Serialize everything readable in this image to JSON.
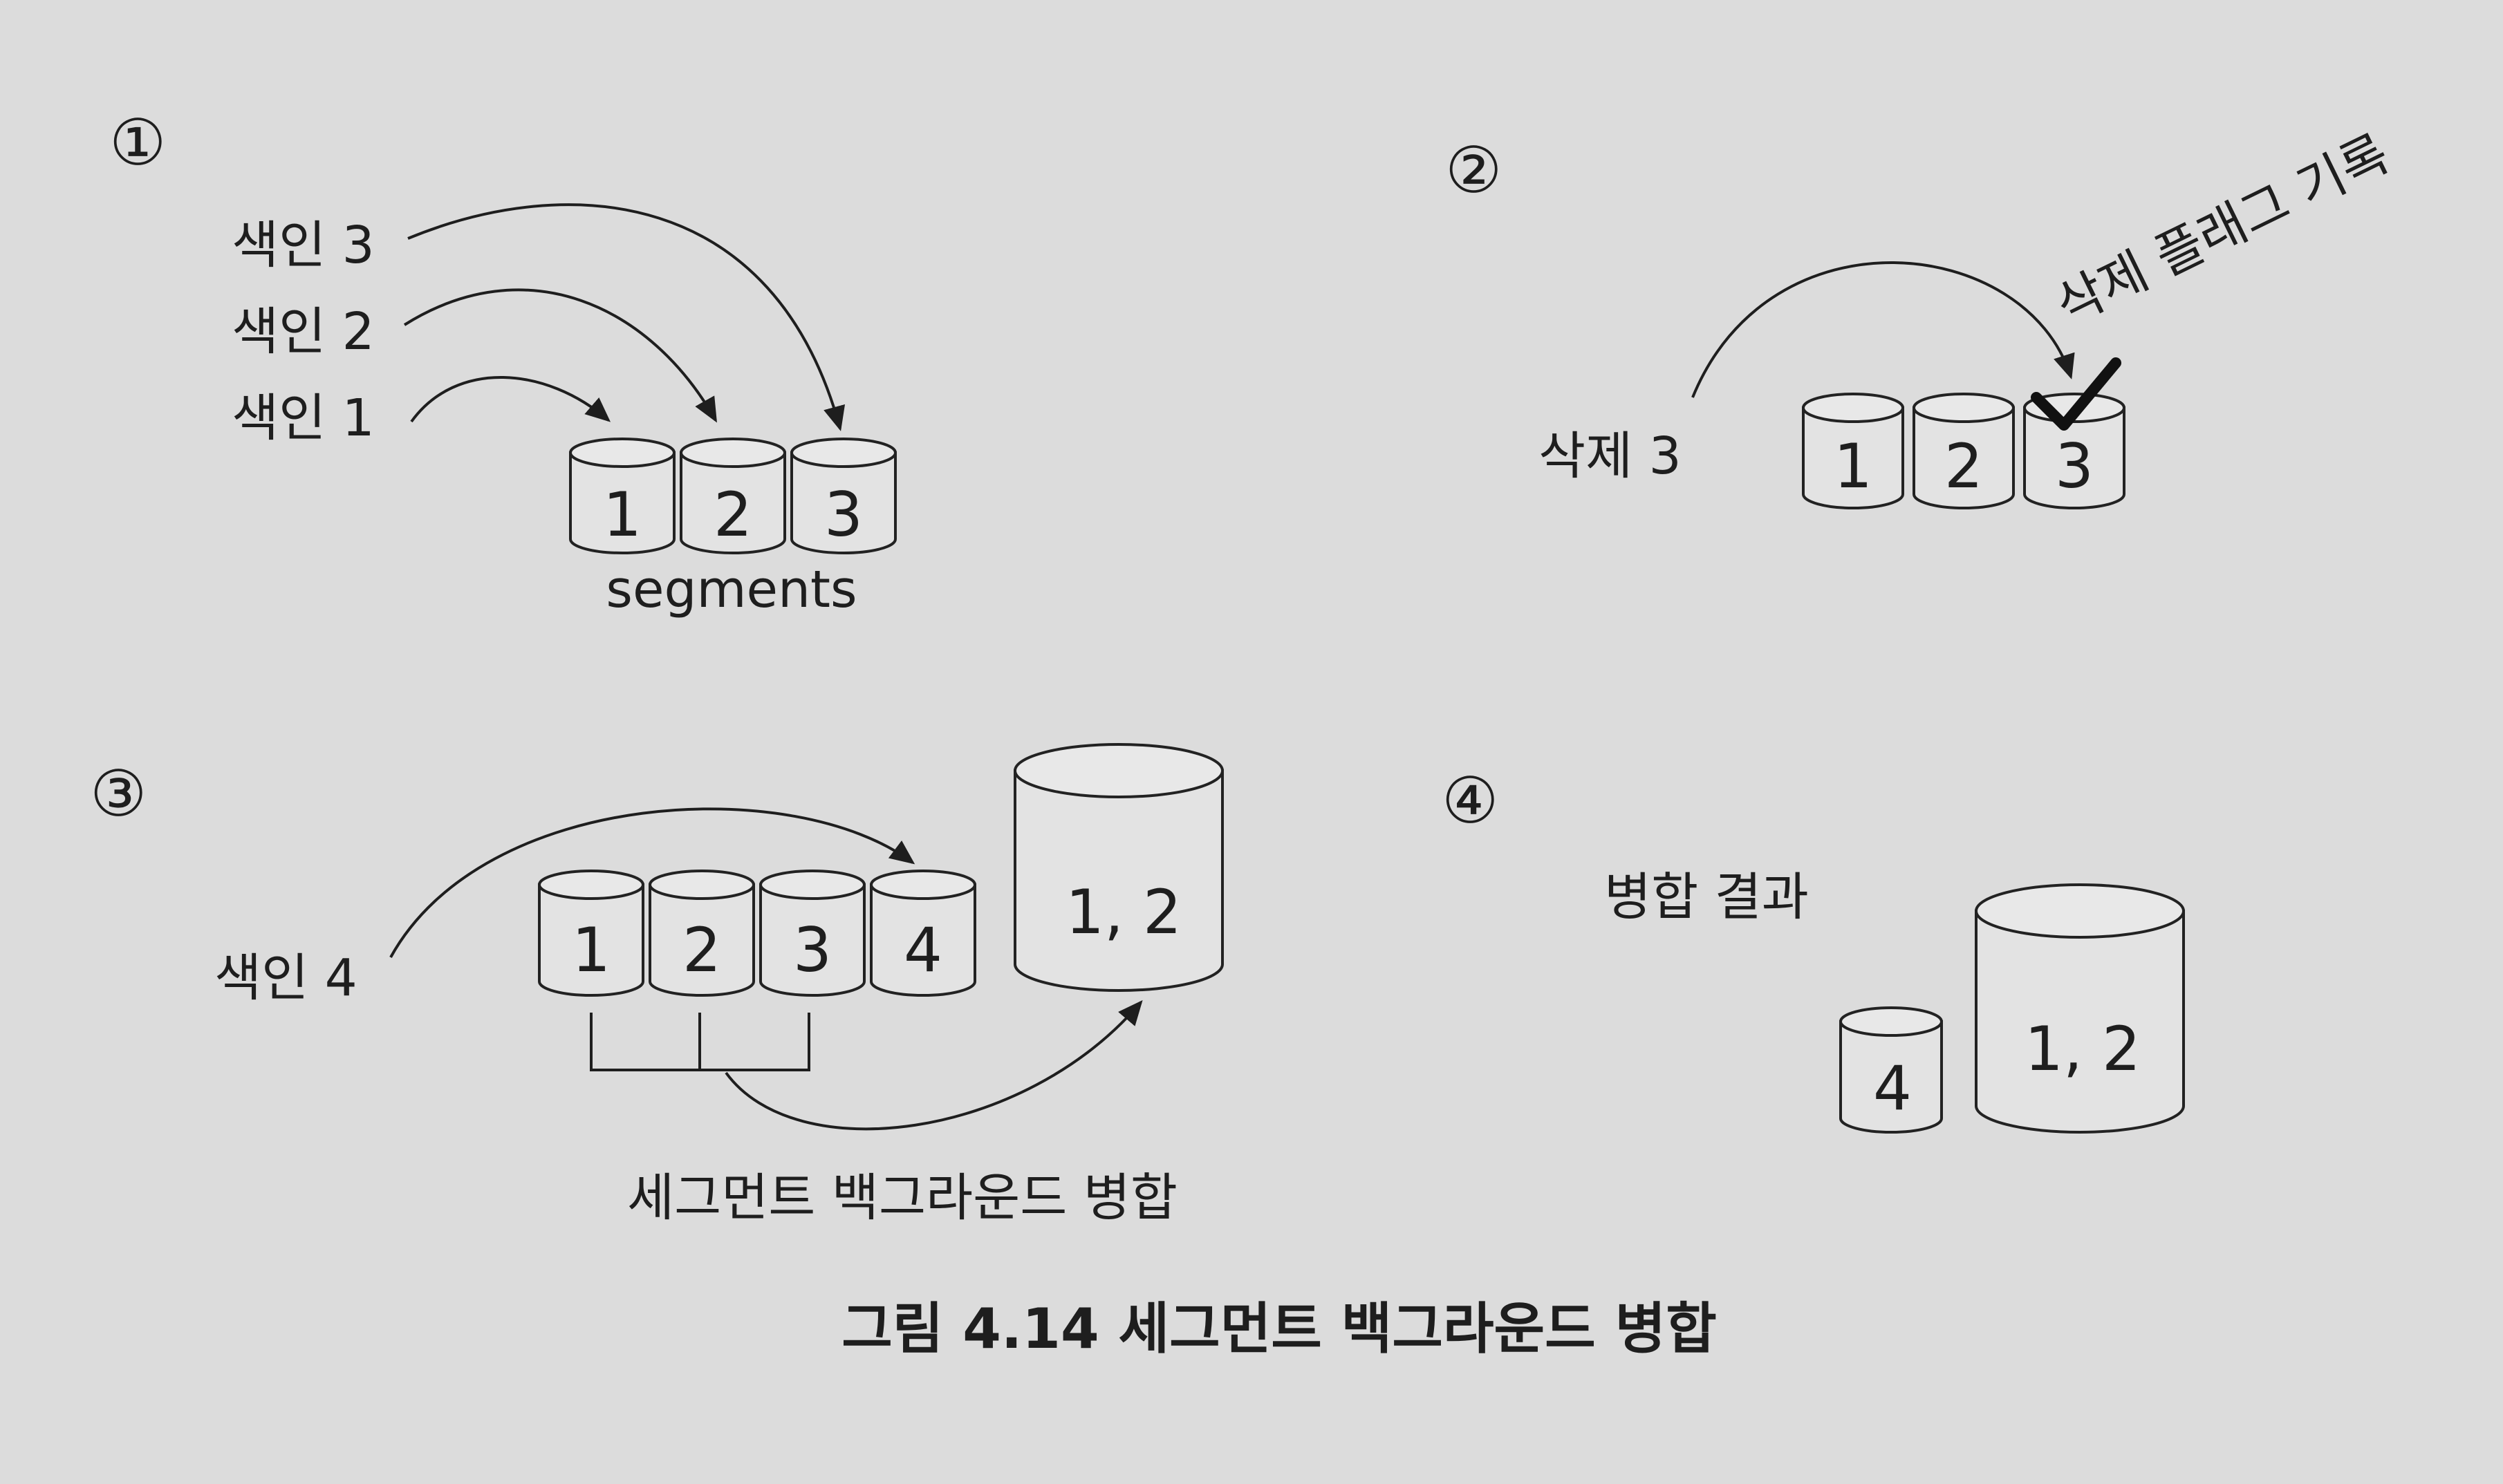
{
  "panels": [
    {
      "number": "①",
      "labels": [
        "색인 3",
        "색인 2",
        "색인 1"
      ],
      "segments": [
        "1",
        "2",
        "3"
      ],
      "segments_label": "segments"
    },
    {
      "number": "②",
      "label": "삭제 3",
      "segments": [
        "1",
        "2",
        "3"
      ],
      "flag_label": "삭제 플래그 기록"
    },
    {
      "number": "③",
      "label": "색인 4",
      "segments": [
        "1",
        "2",
        "3",
        "4"
      ],
      "merged_segment": "1, 2",
      "merge_label": "세그먼트 백그라운드 병합"
    },
    {
      "number": "④",
      "title": "병합 결과",
      "segments": [
        "4",
        "1, 2"
      ]
    }
  ],
  "caption": "그림 4.14 세그먼트 백그라운드 병합",
  "colors": {
    "background": "#dcdcdc",
    "ink": "#1e1e1e",
    "segment_fill": "#e3e3e3"
  }
}
